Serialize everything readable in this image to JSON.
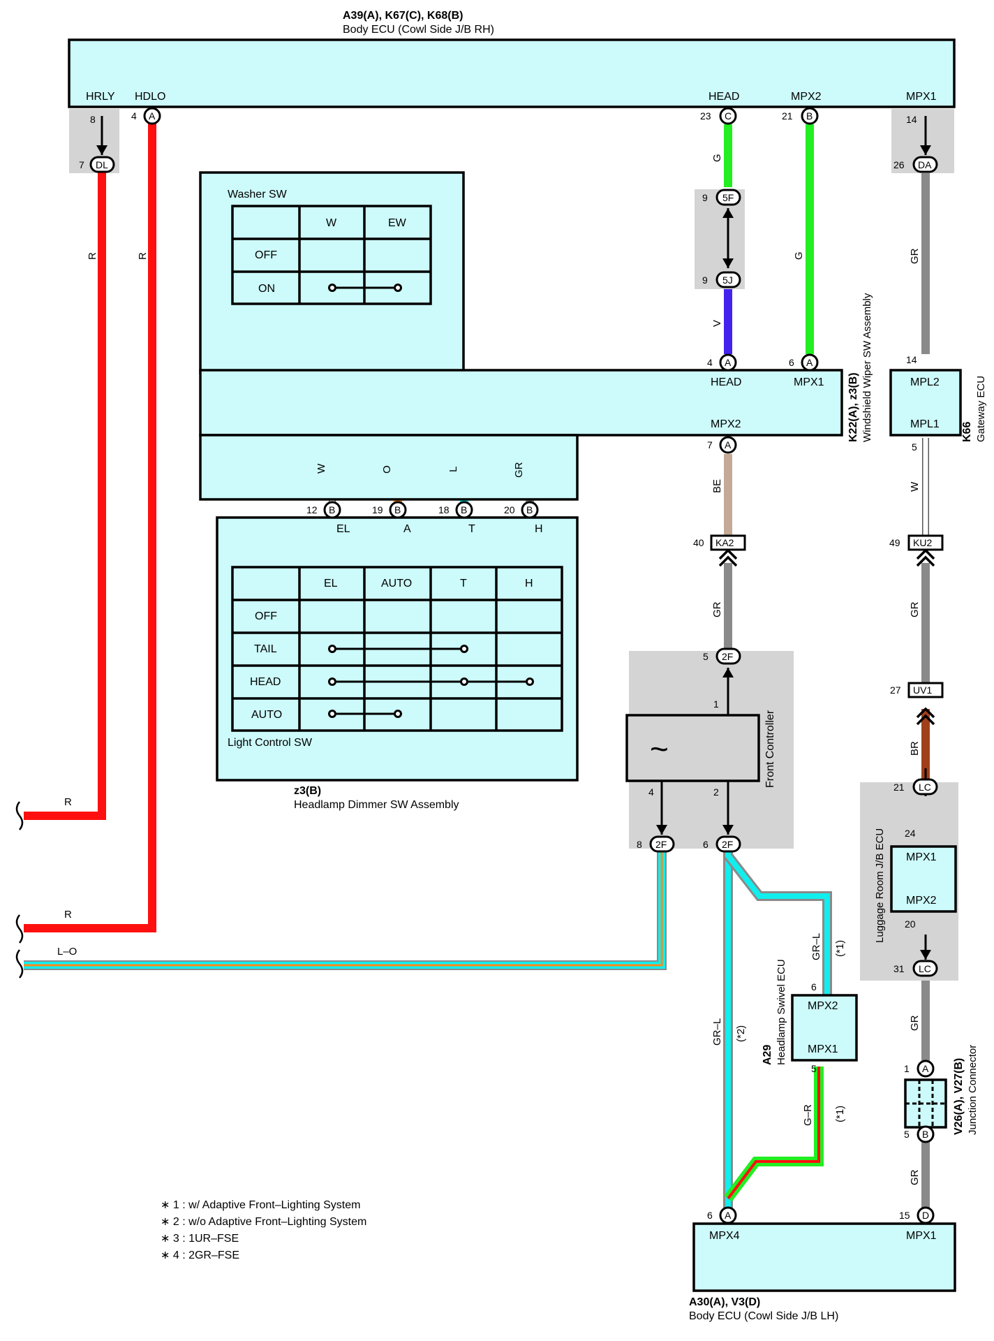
{
  "components": {
    "body_ecu_rh": {
      "code": "A39(A), K67(C), K68(B)",
      "name": "Body ECU (Cowl Side J/B RH)",
      "terminals": {
        "hrly": "HRLY",
        "hdlo": "HDLO",
        "head": "HEAD",
        "mpx2": "MPX2",
        "mpx1": "MPX1"
      }
    },
    "wiper_sw": {
      "code": "K22(A), z3(B)",
      "name": "Windshield Wiper SW Assembly",
      "terminals": {
        "head": "HEAD",
        "mpx1": "MPX1",
        "mpx2": "MPX2"
      }
    },
    "gateway": {
      "code": "K66",
      "name": "Gateway ECU",
      "terminals": {
        "mpl2": "MPL2",
        "mpl1": "MPL1"
      }
    },
    "dimmer_sw": {
      "code": "z3(B)",
      "name": "Headlamp Dimmer SW Assembly"
    },
    "washer_sw": {
      "title": "Washer SW",
      "cols": [
        "W",
        "EW"
      ],
      "rows": [
        "OFF",
        "ON"
      ]
    },
    "light_sw": {
      "title": "Light Control SW",
      "cols": [
        "EL",
        "AUTO",
        "T",
        "H"
      ],
      "rows": [
        "OFF",
        "TAIL",
        "HEAD",
        "AUTO"
      ],
      "terminals": {
        "el": "EL",
        "a": "A",
        "t": "T",
        "h": "H"
      }
    },
    "front_controller": {
      "name": "Front Controller",
      "symbol": "~"
    },
    "luggage": {
      "name": "Luggage Room J/B ECU",
      "terminals": {
        "mpx1": "MPX1",
        "mpx2": "MPX2"
      }
    },
    "swivel": {
      "code": "A29",
      "name": "Headlamp Swivel ECU",
      "terminals": {
        "mpx2": "MPX2",
        "mpx1": "MPX1"
      }
    },
    "junction": {
      "code": "V26(A), V27(B)",
      "name": "Junction Connector"
    },
    "body_ecu_lh": {
      "code": "A30(A), V3(D)",
      "name": "Body ECU (Cowl Side J/B LH)",
      "terminals": {
        "mpx4": "MPX4",
        "mpx1": "MPX1"
      }
    }
  },
  "connectors": {
    "dl": "DL",
    "a": "A",
    "c": "C",
    "b": "B",
    "da": "DA",
    "f5": "5F",
    "j5": "5J",
    "ka2": "KA2",
    "ku2": "KU2",
    "uv1": "UV1",
    "f2": "2F",
    "lc": "LC",
    "d": "D"
  },
  "pins": {
    "p8": "8",
    "p7": "7",
    "p4": "4",
    "p23": "23",
    "p21": "21",
    "p14": "14",
    "p26": "26",
    "p9": "9",
    "p6": "6",
    "p12": "12",
    "p19": "19",
    "p18": "18",
    "p20": "20",
    "p40": "40",
    "p5": "5",
    "p1": "1",
    "p2": "2",
    "p49": "49",
    "p27": "27",
    "p24": "24",
    "p31": "31",
    "p15": "15"
  },
  "wire_labels": {
    "r": "R",
    "g": "G",
    "v": "V",
    "gr": "GR",
    "w": "W",
    "o": "O",
    "l": "L",
    "be": "BE",
    "br": "BR",
    "lo": "L–O",
    "grl": "GR–L",
    "gr_r": "G–R",
    "n1": "(*1)",
    "n2": "(*2)"
  },
  "notes": [
    "∗ 1 : w/ Adaptive Front–Lighting System",
    "∗ 2 : w/o Adaptive Front–Lighting System",
    "∗ 3 : 1UR–FSE",
    "∗ 4 : 2GR–FSE"
  ],
  "colors": {
    "red": "#ff1010",
    "green": "#22ee22",
    "violet": "#4422ee",
    "gray": "#8a8a8a",
    "orange": "#ff8a1a",
    "cyan": "#11eeee",
    "tan": "#c4aa96",
    "brown": "#a0401a",
    "box": "#cdfafa",
    "shade": "#d4d4d4"
  }
}
